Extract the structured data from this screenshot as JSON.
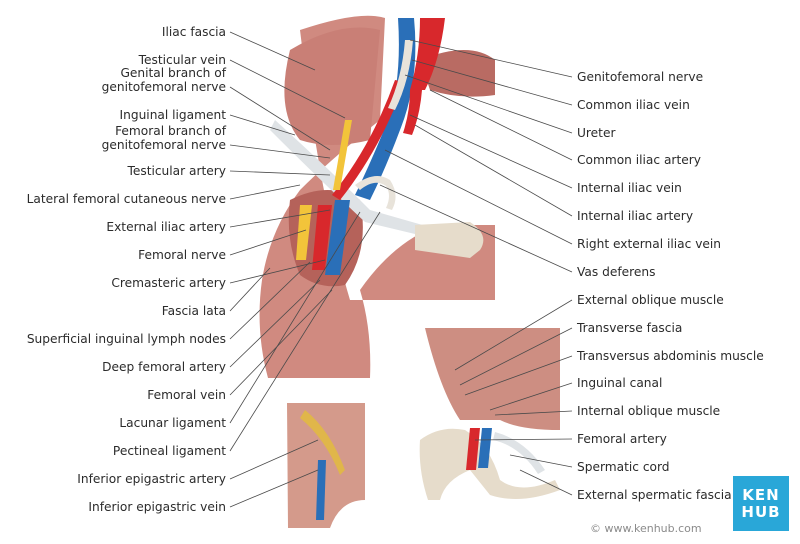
{
  "left_labels": [
    "Iliac fascia",
    "Testicular vein",
    "Genital branch of\ngenitofemoral nerve",
    "Inguinal ligament",
    "Femoral branch of\ngenitofemoral nerve",
    "Testicular artery",
    "Lateral femoral cutaneous nerve",
    "External iliac artery",
    "Femoral nerve",
    "Cremasteric artery",
    "Fascia lata",
    "Superficial inguinal lymph nodes",
    "Deep femoral artery",
    "Femoral vein",
    "Lacunar ligament",
    "Pectineal ligament",
    "Inferior epigastric artery",
    "Inferior epigastric vein"
  ],
  "right_labels": [
    "Genitofemoral nerve",
    "Common iliac vein",
    "Ureter",
    "Common iliac artery",
    "Internal iliac vein",
    "Internal iliac artery",
    "Right external iliac vein",
    "Vas deferens",
    "External oblique muscle",
    "Transverse fascia",
    "Transversus abdominis muscle",
    "Inguinal canal",
    "Internal oblique muscle",
    "Femoral artery",
    "Spermatic cord",
    "External spermatic fascia"
  ],
  "logo": {
    "line1": "KEN",
    "line2": "HUB",
    "color": "#29a7d8"
  },
  "copyright": "© www.kenhub.com",
  "colors": {
    "muscle": "#d08a80",
    "muscle_dark": "#b5625a",
    "artery": "#d8282c",
    "vein": "#2a6fb8",
    "nerve": "#f2c43a",
    "bone": "#e6dccb",
    "ligament": "#dfe3e6",
    "leader": "#4a4a4a"
  }
}
